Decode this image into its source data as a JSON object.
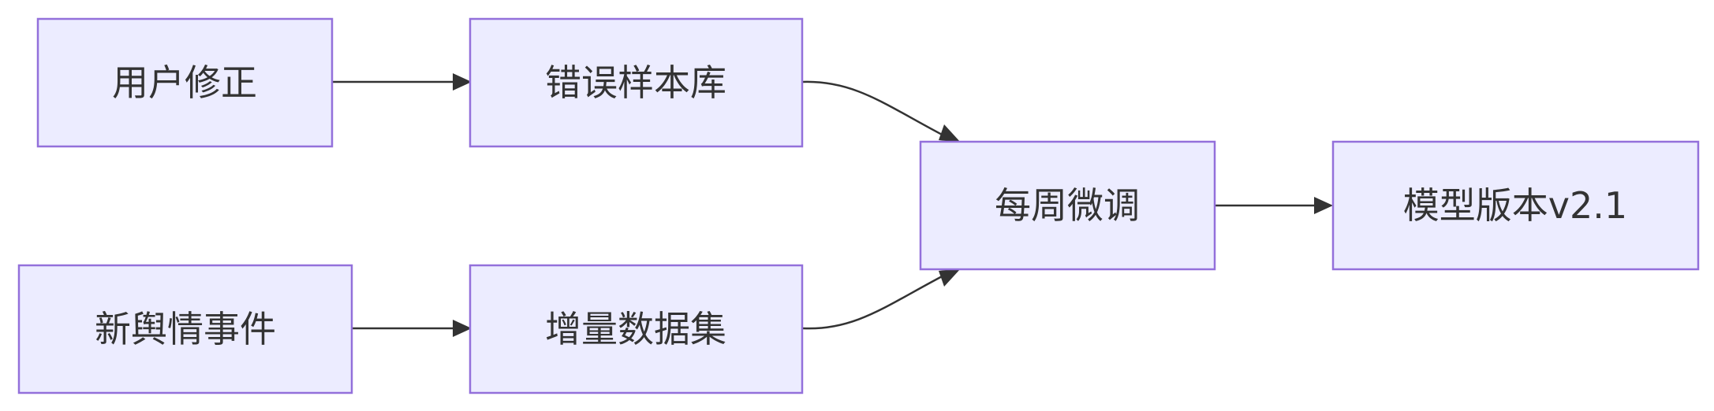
{
  "diagram": {
    "nodes": {
      "user_correction": "用户修正",
      "error_sample_library": "错误样本库",
      "new_sentiment_event": "新舆情事件",
      "incremental_dataset": "增量数据集",
      "weekly_finetune": "每周微调",
      "model_version": "模型版本v2.1"
    },
    "edges": [
      {
        "from": "user_correction",
        "to": "error_sample_library"
      },
      {
        "from": "new_sentiment_event",
        "to": "incremental_dataset"
      },
      {
        "from": "error_sample_library",
        "to": "weekly_finetune"
      },
      {
        "from": "incremental_dataset",
        "to": "weekly_finetune"
      },
      {
        "from": "weekly_finetune",
        "to": "model_version"
      }
    ],
    "colors": {
      "node_fill": "#ECECFF",
      "node_stroke": "#9370DB",
      "edge": "#333333",
      "text": "#333333"
    }
  }
}
